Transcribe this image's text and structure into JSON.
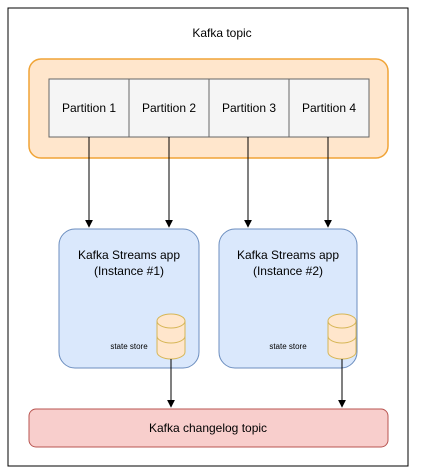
{
  "diagram": {
    "topic_title": "Kafka topic",
    "partitions": [
      {
        "label": "Partition 1"
      },
      {
        "label": "Partition 2"
      },
      {
        "label": "Partition 3"
      },
      {
        "label": "Partition 4"
      }
    ],
    "apps": [
      {
        "line1": "Kafka Streams app",
        "line2": "(Instance #1)",
        "state_label": "state store"
      },
      {
        "line1": "Kafka Streams app",
        "line2": "(Instance #2)",
        "state_label": "state store"
      }
    ],
    "changelog_label": "Kafka changelog topic"
  },
  "colors": {
    "topic_fill": "#ffe6cc",
    "topic_stroke": "#f0a437",
    "partition_fill": "#f5f5f5",
    "partition_stroke": "#666666",
    "app_fill": "#dae8fc",
    "app_stroke": "#6c8ebf",
    "store_fill": "#ffe6cc",
    "store_stroke": "#d6b656",
    "changelog_fill": "#f8cecc",
    "changelog_stroke": "#b85450",
    "line": "#000000"
  }
}
